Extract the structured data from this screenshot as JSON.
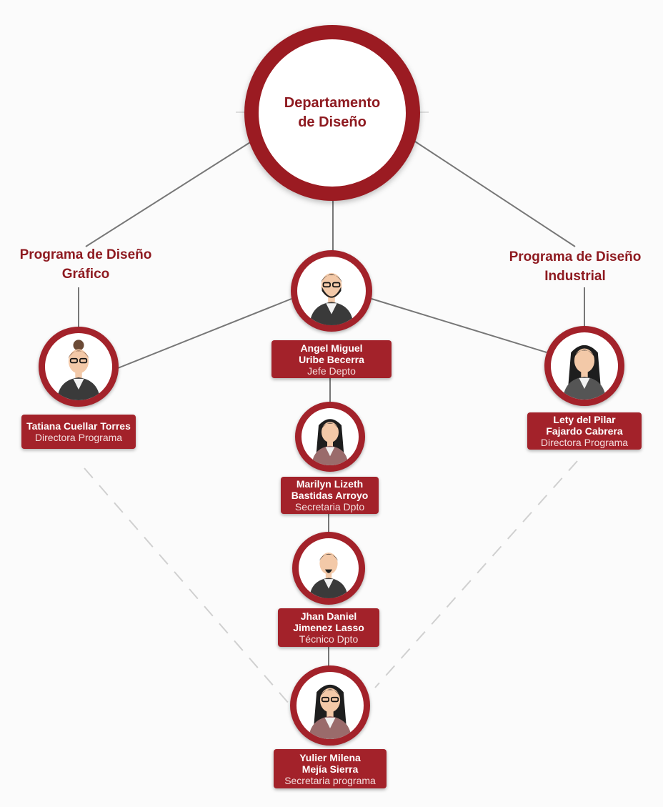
{
  "department": {
    "title": "Departamento de Diseño"
  },
  "programs": [
    {
      "title": "Programa de Diseño Gráfico"
    },
    {
      "title": "Programa de Diseño Industrial"
    }
  ],
  "people": [
    {
      "name_line1": "Angel Miguel",
      "name_line2": "Uribe Becerra",
      "role": "Jefe Depto"
    },
    {
      "name_line1": "Tatiana Cuellar Torres",
      "name_line2": "",
      "role": "Directora Programa"
    },
    {
      "name_line1": "Lety del Pilar",
      "name_line2": "Fajardo Cabrera",
      "role": "Directora Programa"
    },
    {
      "name_line1": "Marilyn Lizeth",
      "name_line2": "Bastidas Arroyo",
      "role": "Secretaria Dpto"
    },
    {
      "name_line1": "Jhan Daniel",
      "name_line2": "Jimenez Lasso",
      "role": "Técnico Dpto"
    },
    {
      "name_line1": "Yulier Milena",
      "name_line2": "Mejía Sierra",
      "role": "Secretaria programa"
    }
  ],
  "colors": {
    "accent": "#9b1b22",
    "line": "#777777",
    "dashed": "#cccccc"
  }
}
